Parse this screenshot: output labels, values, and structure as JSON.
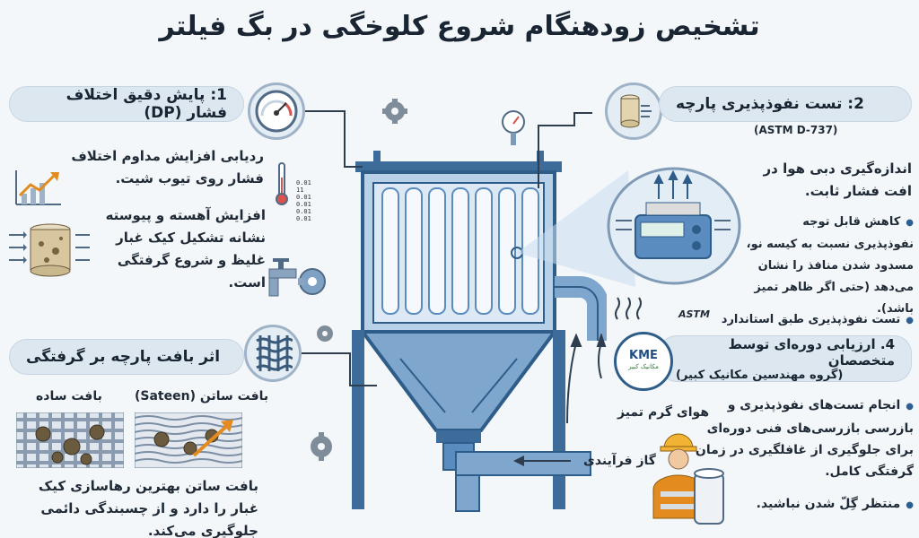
{
  "title": "تشخیص زودهنگام شروع کلوخگی در بگ فیلتر",
  "section1": {
    "heading": "1: پایش دقیق اختلاف فشار (DP)",
    "line1": "ردیابی افزایش مداوم اختلاف فشار روی تیوب شیت.",
    "line2": "افزایش آهسته و پیوسته نشانه تشکیل کیک غبار غلیظ و شروع گرفتگی است.",
    "readout": [
      "0.01",
      "11",
      "0.01",
      "0.01",
      "0.01",
      "0.01"
    ]
  },
  "section2": {
    "heading": "2: تست نفوذپذیری پارچه",
    "standard": "(ASTM D-737)",
    "line1": "اندازه‌گیری دبی هوا در افت فشار ثابت.",
    "bullet1": "کاهش قابل توجه نفوذپذیری نسبت به کیسه نو، مسدود شدن منافذ را نشان می‌دهد (حتی اگر ظاهر تمیز باشد).",
    "bullet2": "تست نفوذپذیری طبق استاندارد",
    "astm_logo": "ASTM"
  },
  "section3": {
    "heading": "اثر بافت پارچه بر گرفتگی",
    "plain_label": "بافت ساده",
    "sateen_label": "بافت ساتن (Sateen)",
    "note": "بافت ساتن بهترین رهاسازی کیک غبار را دارد و از چسبندگی دائمی جلوگیری می‌کند."
  },
  "section4": {
    "heading": "4. ارزیابی دوره‌ای توسط متخصصان",
    "sub": "(گروه مهندسین مکانیک کبیر)",
    "logo_text": "KME",
    "logo_sub": "مکانیک کبیر",
    "bullet1": "انجام تست‌های نفوذپذیری و بازرسی بازرسی‌های فنی دوره‌ای برای جلوگیری از غافلگیری در زمان گرفتگی کامل.",
    "bullet2": "منتظر گِلّ شدن نباشید."
  },
  "flows": {
    "clean_air": "هوای گرم تمیز",
    "process_gas": "گاز فرآیندی"
  },
  "colors": {
    "steel": "#5a8cc0",
    "steel_dark": "#2f5d8a",
    "steel_light": "#b9d1e8",
    "accent": "#e38b1f"
  }
}
